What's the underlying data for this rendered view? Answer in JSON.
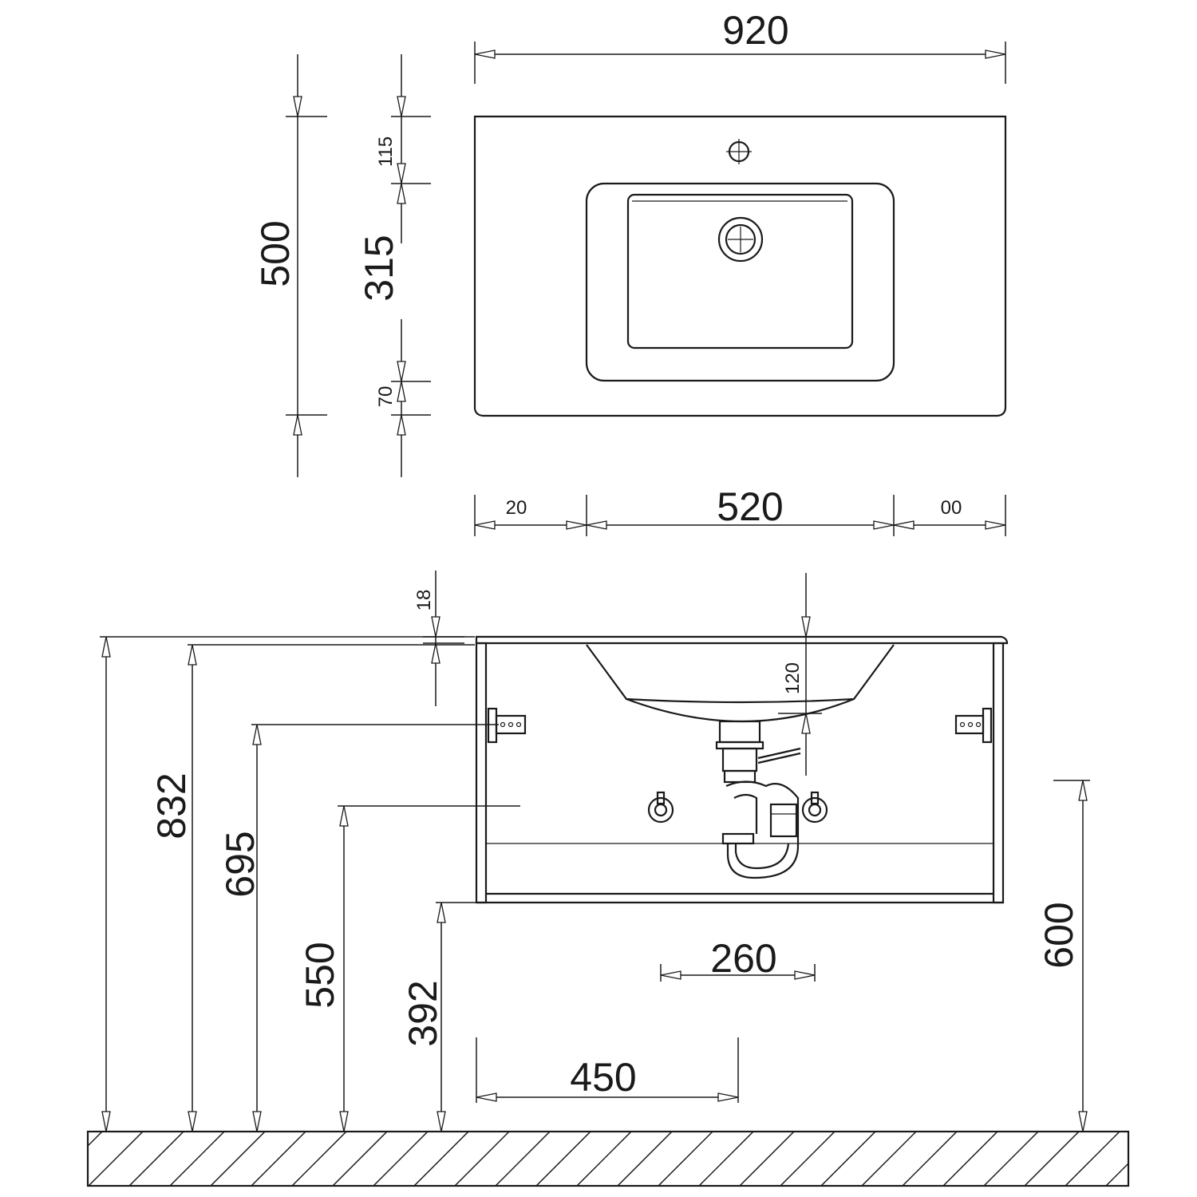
{
  "dimensions": {
    "top_width": "920",
    "top_depth": "500",
    "rim_back": "115",
    "bowl_depth": "315",
    "rim_front": "70",
    "left_offset": "20",
    "bowl_width": "520",
    "right_offset": "00",
    "top_thickness": "18",
    "bowl_height": "120",
    "total_height": "832",
    "bracket_height": "695",
    "waste_height": "550",
    "cabinet_bottom": "392",
    "valve_spacing": "260",
    "waste_offset": "450",
    "supply_height": "600"
  }
}
